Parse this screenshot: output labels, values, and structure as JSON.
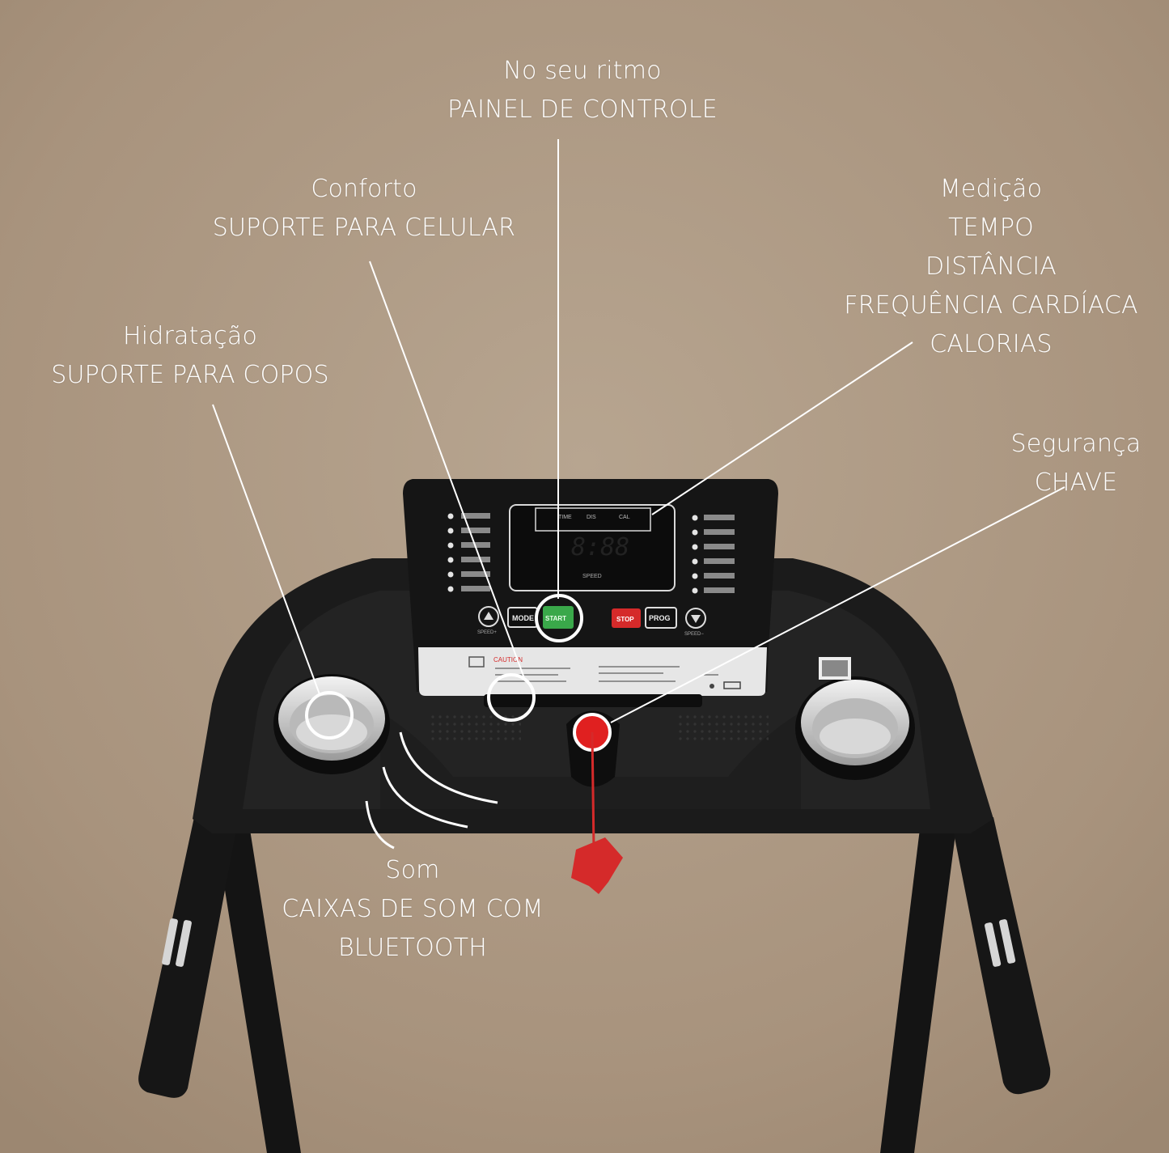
{
  "colors": {
    "background": "#b09d87",
    "body": "#1c1c1c",
    "accent_green": "#3aa84a",
    "accent_red": "#d52a2a",
    "callout": "#ffffff"
  },
  "callouts": {
    "painel": {
      "title": "No seu ritmo",
      "subtitle": "PAINEL DE CONTROLE"
    },
    "conforto": {
      "title": "Conforto",
      "subtitle": "SUPORTE PARA CELULAR"
    },
    "hidratacao": {
      "title": "Hidratação",
      "subtitle": "SUPORTE PARA COPOS"
    },
    "medicao": {
      "title": "Medição",
      "line1": "TEMPO",
      "line2": "DISTÂNCIA",
      "line3": "FREQUÊNCIA CARDÍACA",
      "line4": "CALORIAS"
    },
    "seguranca": {
      "title": "Segurança",
      "subtitle": "CHAVE"
    },
    "som": {
      "title": "Som",
      "line1": "CAIXAS DE SOM COM",
      "line2": "BLUETOOTH"
    }
  },
  "console": {
    "display_labels": [
      "TIME",
      "DIS",
      "CAL"
    ],
    "display_value": "8:88",
    "speed_label": "SPEED",
    "buttons": {
      "mode": "MODE",
      "start": "START",
      "stop": "STOP",
      "prog": "PROG"
    },
    "caution": "CAUTION",
    "speed_plus": "SPEED+",
    "speed_minus": "SPEED−"
  }
}
